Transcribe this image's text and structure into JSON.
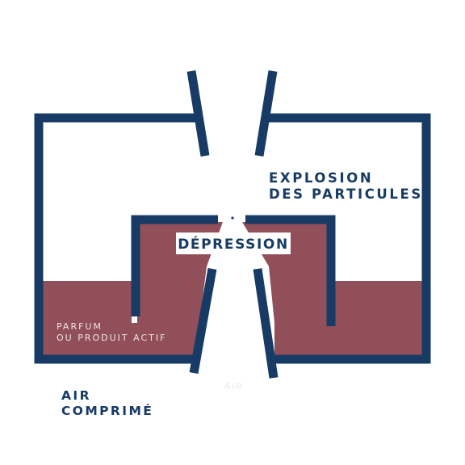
{
  "colors": {
    "navy": "#173b64",
    "liquid": "#914f59",
    "white": "#ffffff"
  },
  "labels": {
    "explosion_line1": "EXPLOSION",
    "explosion_line2": "DES PARTICULES",
    "depression": "DÉPRESSION",
    "liquid_line1": "PARFUM",
    "liquid_line2": "OU PRODUIT ACTIF",
    "air": "AIR",
    "compressed_line1": "AIR",
    "compressed_line2": "COMPRIMÉ"
  }
}
